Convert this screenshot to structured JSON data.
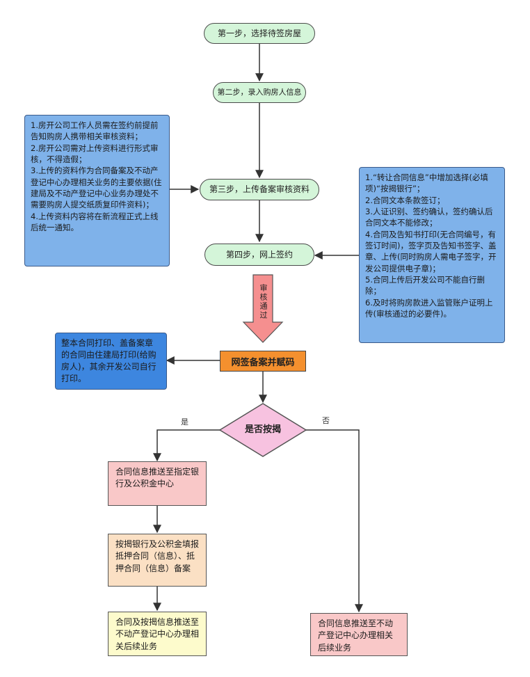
{
  "steps": {
    "step1": "第一步，选择待签房屋",
    "step2": "第二步，录入购房人信息",
    "step3": "第三步，上传备案审核资料",
    "step4": "第四步，网上签约"
  },
  "left_note": "1.房开公司工作人员需在签约前提前告知购房人携带相关审核资料；\n2.房开公司需对上传资料进行形式审核，不得造假；\n3.上传的资料作为合同备案及不动产登记中心办理相关业务的主要依据(住建局及不动产登记中心业务办理处不需要购房人提交纸质复印件资料)；\n4.上传资料内容将在新流程正式上线后统一通知。",
  "right_note": "1.“转让合同信息”中增加选择(必填项)“按揭银行”；\n2.合同文本条款签订；\n3.人证识别、签约确认，签约确认后合同文本不能修改；\n4.合同及告知书打印(无合同编号，有签订时间)，签字页及告知书签字、盖章、上传(同时购房人需电子签字，开发公司提供电子章)；\n5.合同上传后开发公司不能自行删除；\n6.及时将购房款进入监管账户证明上传(审核通过的必要件)。",
  "review_arrow_label": "审核通过",
  "filing_box": "网签备案并赋码",
  "print_note": "整本合同打印、盖备案章的合同由住建局打印(给购房人)，其余开发公司自行打印。",
  "decision": {
    "label": "是否按揭",
    "yes": "是",
    "no": "否"
  },
  "yes_branch": {
    "push": "合同信息推送至指定银行及公积金中心",
    "bank": "按揭银行及公积金填报抵押合同（信息）、抵押合同（信息）备案",
    "final": "合同及按揭信息推送至不动产登记中心办理相关后续业务"
  },
  "no_branch": {
    "final": "合同信息推送至不动产登记中心办理相关后续业务"
  },
  "colors": {
    "pill_fill": "#d4f5d9",
    "note_blue": "#7fb2ea",
    "print_blue": "#3d86df",
    "orange": "#f4902e",
    "diamond": "#f7c2e0",
    "pink": "#f9c8c8",
    "peach": "#fbe0c4",
    "yellow": "#fdfbcc",
    "big_arrow": "#f58f8f"
  }
}
